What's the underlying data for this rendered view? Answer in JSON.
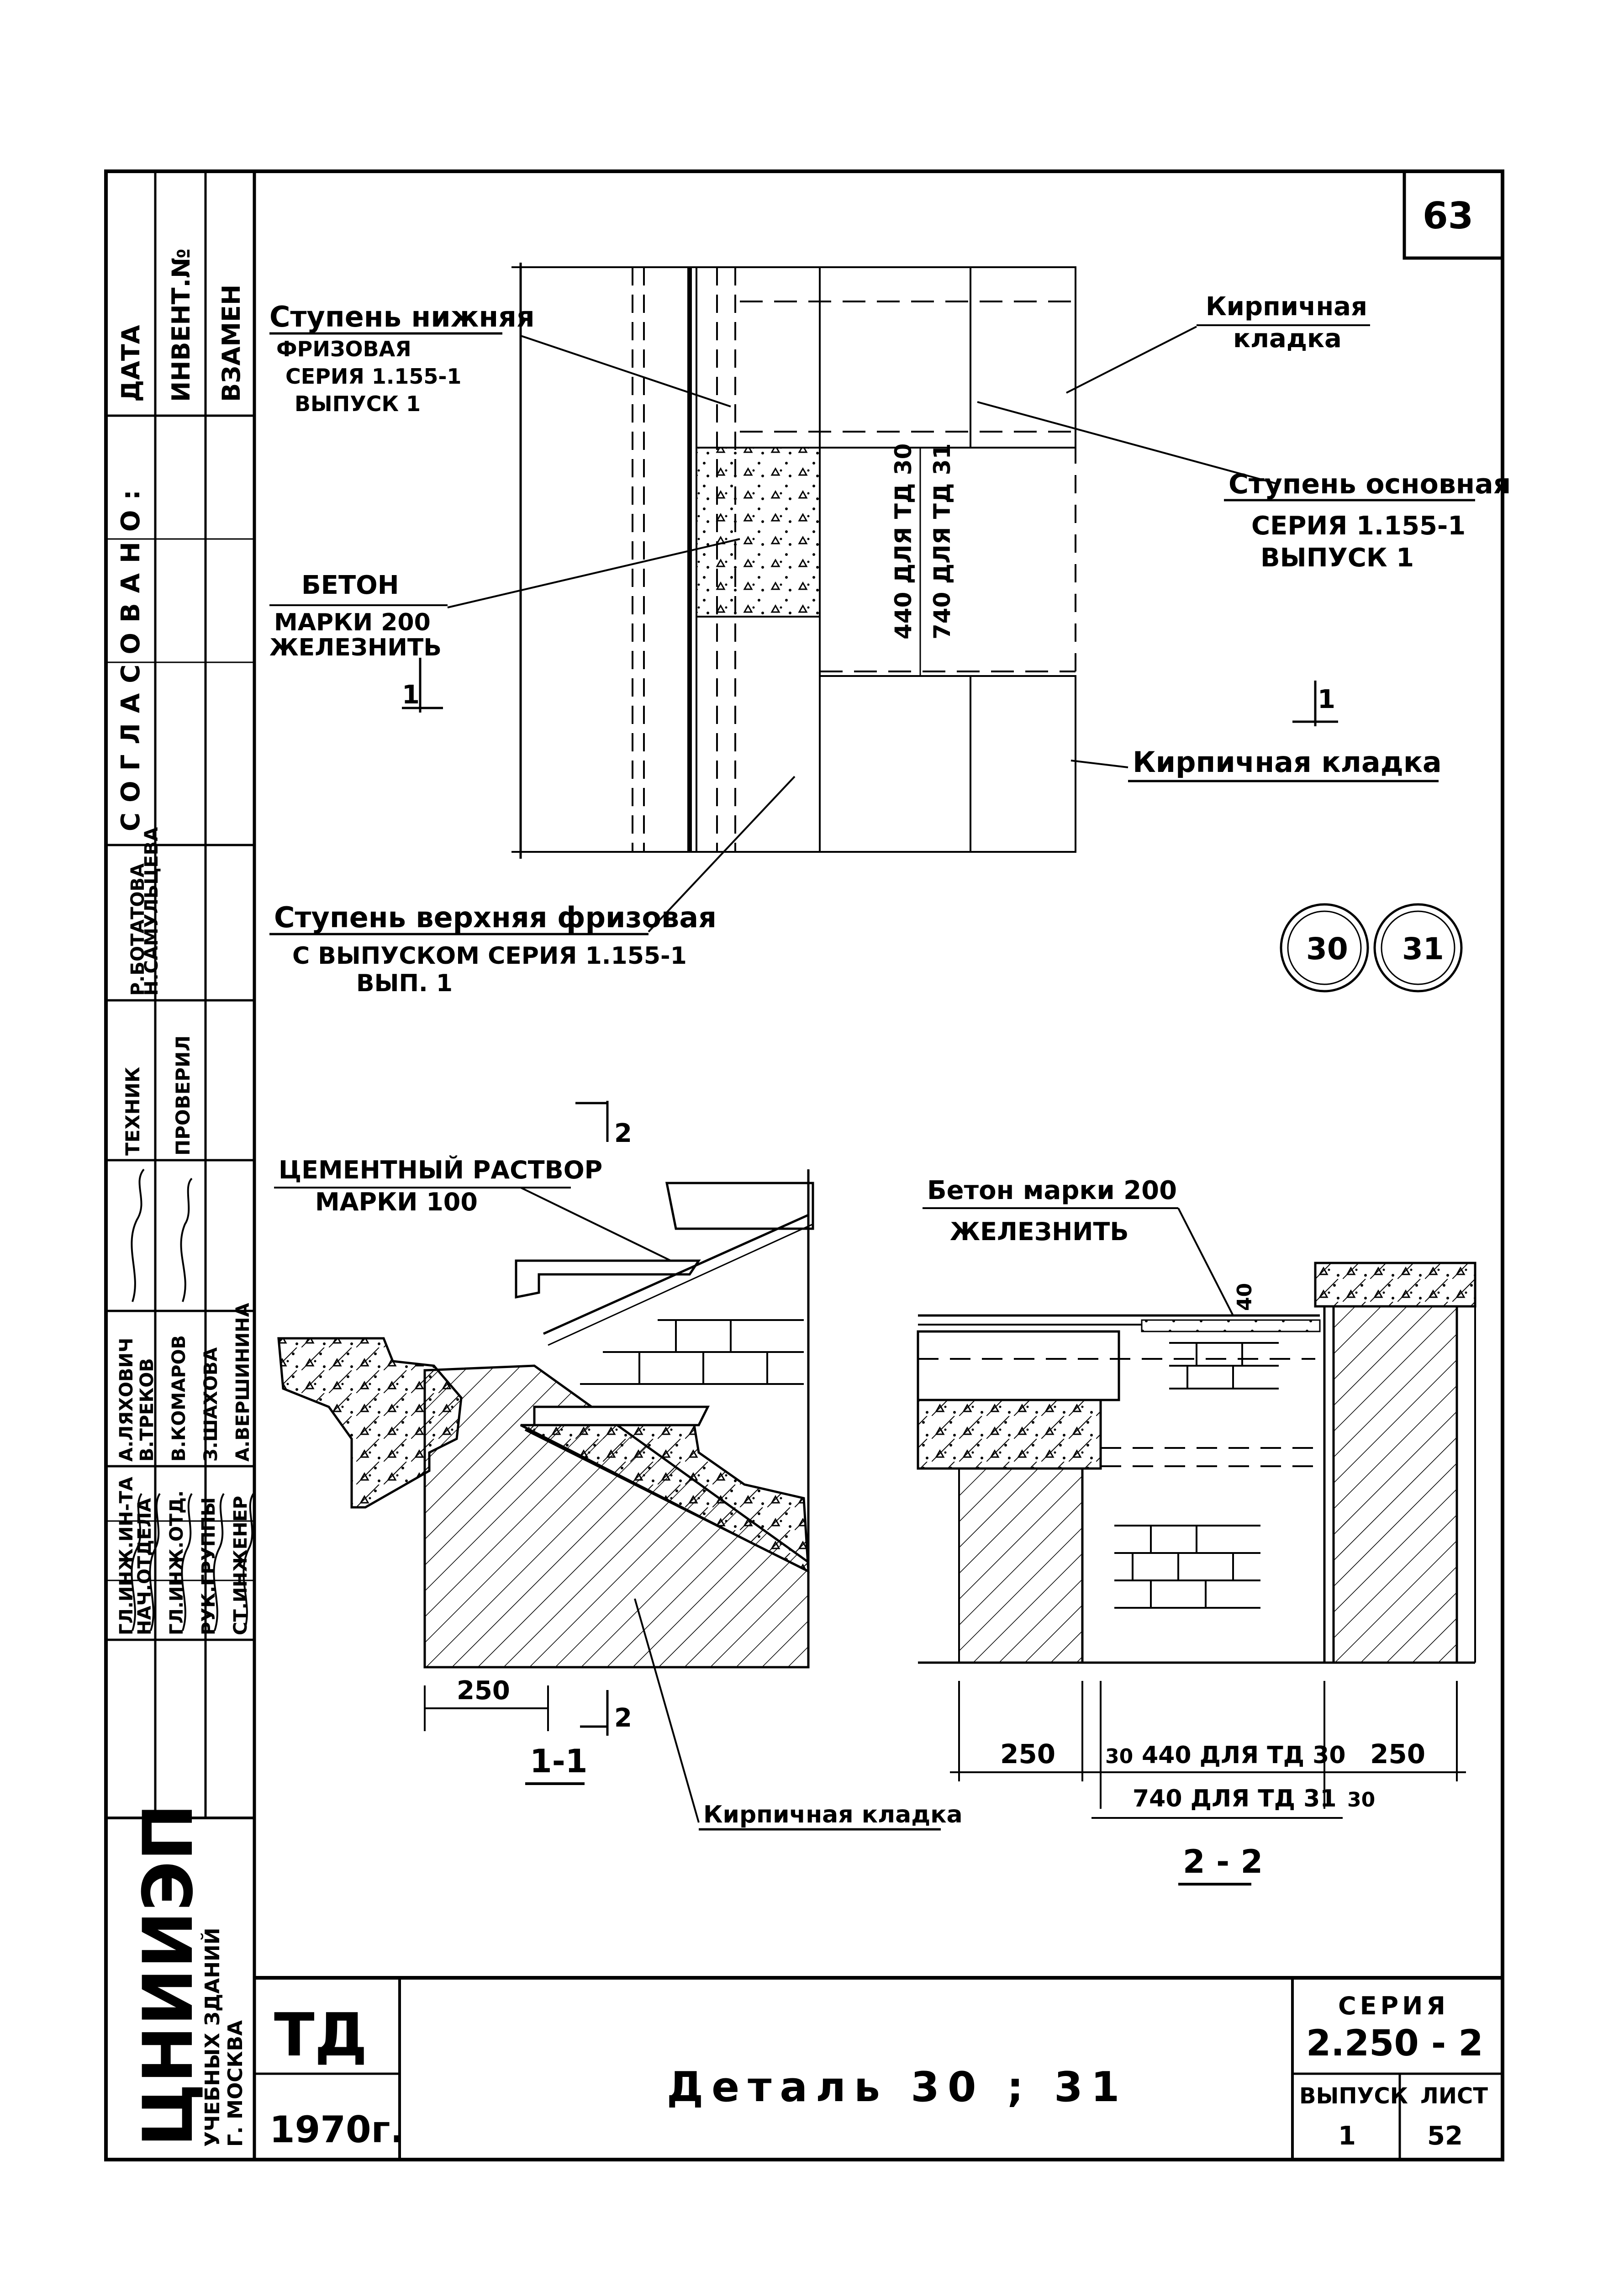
{
  "sheet": {
    "page_number": "63",
    "drawing_title": "Деталь 30 ; 31",
    "code": "ТД",
    "year": "1970г.",
    "series_label": "СЕРИЯ",
    "series_value": "2.250 - 2",
    "issue_label": "ВЫПУСК",
    "issue_value": "1",
    "sheet_label": "ЛИСТ",
    "sheet_value": "52"
  },
  "org": {
    "name": "ЦНИИЭП",
    "line2": "УЧЕБНЫХ ЗДАНИЙ",
    "line3": "Г. МОСКВА"
  },
  "side_stamp": {
    "date": "ДАТА",
    "inv": "ИНВЕНТ.№",
    "replace": "ВЗАМЕН",
    "agreed": "СОГЛАСОВАНО:",
    "roles": [
      "ТЕХНИК",
      "ПРОВЕРИЛ",
      "ГЛ.ИНЖ.ИН-ТА",
      "НАЧ.ОТДЕЛА",
      "ГЛ.ИНЖ.ОТД.",
      "РУК.ГРУППЫ",
      "СТ.ИНЖЕНЕР"
    ],
    "names": [
      "Р.БОТАТОВА",
      "Н.САМУЛЬЦЕВА",
      "А.ЛЯХОВИЧ",
      "В.ТРЕКОВ",
      "В.КОМАРОВ",
      "З.ШАХОВА",
      "А.ВЕРШИНИНА"
    ]
  },
  "plan": {
    "lower_step": [
      "Ступень нижняя",
      "ФРИЗОВАЯ",
      "СЕРИЯ 1.155-1",
      "ВЫПУСК 1"
    ],
    "brick_top": [
      "Кирпичная",
      "кладка"
    ],
    "main_step": [
      "Ступень основная",
      "СЕРИЯ 1.155-1",
      "ВЫПУСК 1"
    ],
    "concrete": [
      "БЕТОН",
      "МАРКИ 200",
      "ЖЕЛЕЗНИТЬ"
    ],
    "dim_td30": "440 ДЛЯ ТД 30",
    "dim_td31": "740 ДЛЯ ТД 31",
    "brick_bottom": "Кирпичная кладка",
    "upper_step": [
      "Ступень верхняя фризовая",
      "С ВЫПУСКОМ СЕРИЯ 1.155-1",
      "ВЫП. 1"
    ],
    "cut_mark": "1",
    "detail_a": "30",
    "detail_b": "31"
  },
  "section11": {
    "mortar": [
      "ЦЕМЕНТНЫЙ РАСТВОР",
      "МАРКИ 100"
    ],
    "cut_mark": "2",
    "dim": "250",
    "title": "1-1",
    "brick": "Кирпичная кладка"
  },
  "section22": {
    "concrete": [
      "Бетон марки 200",
      "ЖЕЛЕЗНИТЬ"
    ],
    "dim40": "40",
    "dim250a": "250",
    "dim30a": "30",
    "dim440": "440 ДЛЯ ТД 30",
    "dim250b": "250",
    "dim740": "740 ДЛЯ ТД 31",
    "dim30b": "30",
    "title": "2 - 2"
  }
}
